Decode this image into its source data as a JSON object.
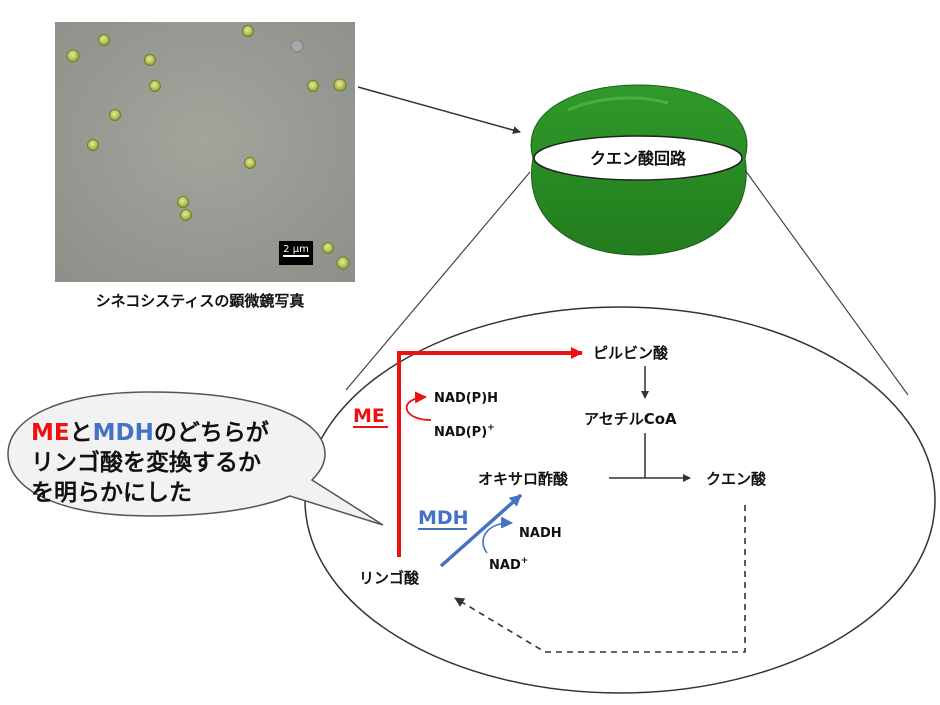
{
  "micrograph": {
    "scale_bar_label": "2 µm",
    "caption": "シネコシスティスの顕微鏡写真"
  },
  "cell": {
    "label": "クエン酸回路",
    "color": "#2e8b2a"
  },
  "pathway": {
    "pyruvate": "ピルビン酸",
    "acetyl": "アセチル",
    "coa": "CoA",
    "oxaloacetate": "オキサロ酢酸",
    "citrate": "クエン酸",
    "malate": "リンゴ酸"
  },
  "enzymes": {
    "me": {
      "label": "ME",
      "color": "#ee1111"
    },
    "mdh": {
      "label": "MDH",
      "color": "#4472c4"
    }
  },
  "cofactors": {
    "nadph": "NAD(P)H",
    "nadp_base": "NAD(P)",
    "nadp_sup": "+",
    "nadh": "NADH",
    "nad_base": "NAD",
    "nad_sup": "+"
  },
  "callout": {
    "me": "ME",
    "to": "と",
    "mdh": "MDH",
    "line1_rest": "のどちらが",
    "line2": "リンゴ酸を変換するか",
    "line3": "を明らかにした"
  }
}
